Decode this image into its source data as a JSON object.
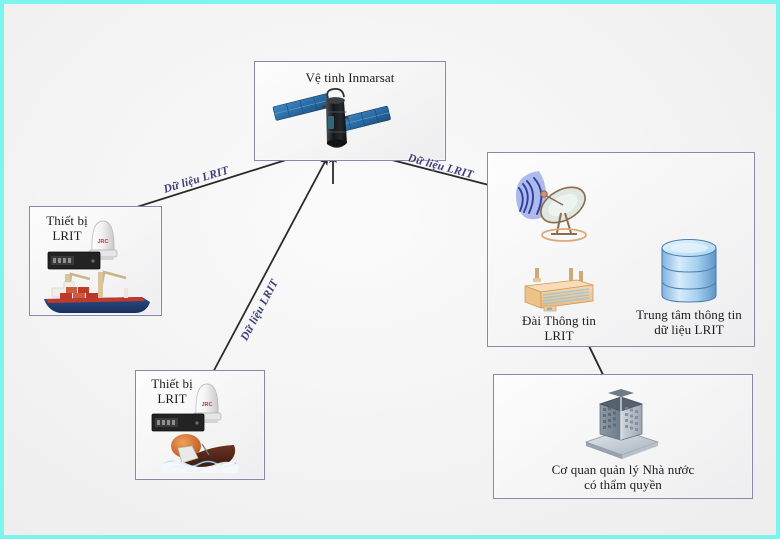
{
  "diagram": {
    "title_alt": "LRIT satellite data flow diagram",
    "border_color": "#7df4ee",
    "box_border_color": "#8a87ad",
    "edge_label_color": "#3b3f77",
    "nodes": [
      {
        "id": "satellite",
        "label": "Vệ tinh Inmarsat",
        "icon": "satellite-icon"
      },
      {
        "id": "ship",
        "label": "Thiết bị\nLRIT",
        "icon": "ship-terminal-icon"
      },
      {
        "id": "boat",
        "label": "Thiết bị\nLRIT",
        "icon": "boat-terminal-icon"
      },
      {
        "id": "station",
        "label": "Đài Thông tin\nLRIT",
        "icon": "ground-station-icon"
      },
      {
        "id": "datacenter",
        "label": "Trung tâm thông tin\ndữ liệu LRIT",
        "icon": "database-icon"
      },
      {
        "id": "authority",
        "label": "Cơ quan quản lý Nhà nước\ncó thẩm quyền",
        "icon": "government-building-icon"
      }
    ],
    "edges": [
      {
        "id": "ship-to-satellite",
        "label": "Dữ liệu LRIT",
        "direction": "up-right"
      },
      {
        "id": "boat-to-satellite",
        "label": "Dữ liệu LRIT",
        "direction": "up-right"
      },
      {
        "id": "satellite-to-station",
        "label": "Dữ liệu LRIT",
        "direction": "down-right"
      },
      {
        "id": "dish-to-server",
        "label": "",
        "direction": "both"
      },
      {
        "id": "server-to-datacenter",
        "label": "",
        "direction": "both"
      },
      {
        "id": "server-to-authority",
        "label": "",
        "direction": "both"
      }
    ]
  }
}
